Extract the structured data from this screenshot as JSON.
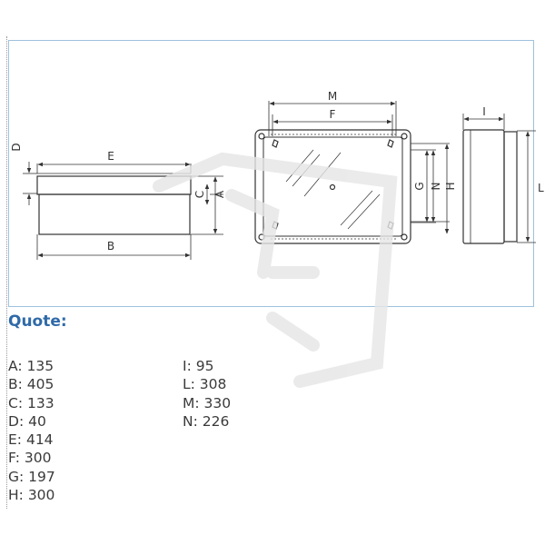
{
  "diagram": {
    "dimension_letters": [
      "M",
      "F",
      "I",
      "E",
      "D",
      "C",
      "A",
      "B",
      "G",
      "N",
      "H",
      "L"
    ]
  },
  "quote": {
    "title": "Quote:",
    "column1": [
      {
        "key": "A",
        "value": "135"
      },
      {
        "key": "B",
        "value": "405"
      },
      {
        "key": "C",
        "value": "133"
      },
      {
        "key": "D",
        "value": "40"
      },
      {
        "key": "E",
        "value": "414"
      },
      {
        "key": "F",
        "value": "300"
      },
      {
        "key": "G",
        "value": "197"
      },
      {
        "key": "H",
        "value": "300"
      }
    ],
    "column2": [
      {
        "key": "I",
        "value": "95"
      },
      {
        "key": "L",
        "value": "308"
      },
      {
        "key": "M",
        "value": "330"
      },
      {
        "key": "N",
        "value": "226"
      }
    ]
  },
  "colors": {
    "frame": "#9fc1de",
    "title": "#2f6aa8",
    "line": "#333333"
  }
}
